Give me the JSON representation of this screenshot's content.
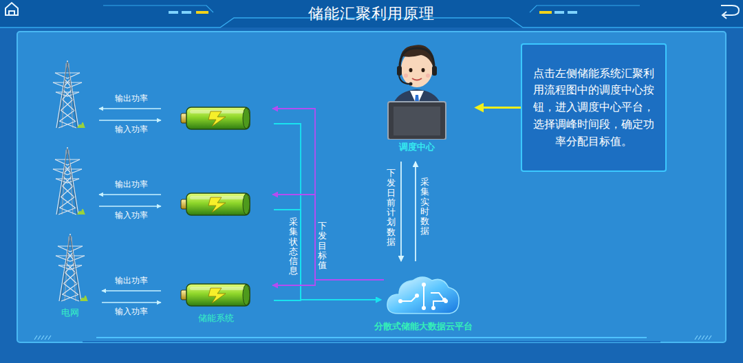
{
  "diagram": {
    "title": "储能汇聚利用原理",
    "nodes": [
      {
        "text": []
      },
      {
        "text": []
      },
      {
        "text": []
      },
      {
        "text": []
      },
      {
        "text": [
          "电网"
        ]
      },
      {
        "text": [
          "储能系统"
        ]
      },
      {
        "text": [
          "调度中心"
        ]
      },
      {
        "text": [
          "分散式储能大数据云平台"
        ]
      },
      {
        "text": [
          "点击左侧储能系统汇聚利用流程图中的调度中心按钮，进入调度中心平台，选择调峰时间段，确定功率分配目标值。"
        ]
      }
    ],
    "edges": [
      {
        "from": 1,
        "to": 0,
        "arrow": "to",
        "label": "输出功率"
      },
      {
        "from": 0,
        "to": 1,
        "arrow": "to",
        "label": "输入功率"
      },
      {
        "from": 3,
        "to": 2,
        "arrow": "to",
        "label": "输出功率"
      },
      {
        "from": 2,
        "to": 3,
        "arrow": "to",
        "label": "输入功率"
      },
      {
        "from": 5,
        "to": 4,
        "arrow": "to",
        "label": "输出功率"
      },
      {
        "from": 4,
        "to": 5,
        "arrow": "to",
        "label": "输入功率"
      },
      {
        "from": 1,
        "to": 7,
        "arrow": "to"
      },
      {
        "from": 3,
        "to": 7,
        "arrow": "to"
      },
      {
        "from": 5,
        "to": 7,
        "arrow": "to",
        "label": "采集状态信息"
      },
      {
        "from": 7,
        "to": 1,
        "arrow": "to"
      },
      {
        "from": 7,
        "to": 3,
        "arrow": "to"
      },
      {
        "from": 7,
        "to": 5,
        "arrow": "to",
        "label": "下发目标值"
      },
      {
        "from": 6,
        "to": 7,
        "arrow": "to",
        "label": "下发日前计划数据"
      },
      {
        "from": 7,
        "to": 6,
        "arrow": "to",
        "label": "采集实时数据"
      },
      {
        "from": 8,
        "to": 6,
        "arrow": "to"
      }
    ]
  }
}
